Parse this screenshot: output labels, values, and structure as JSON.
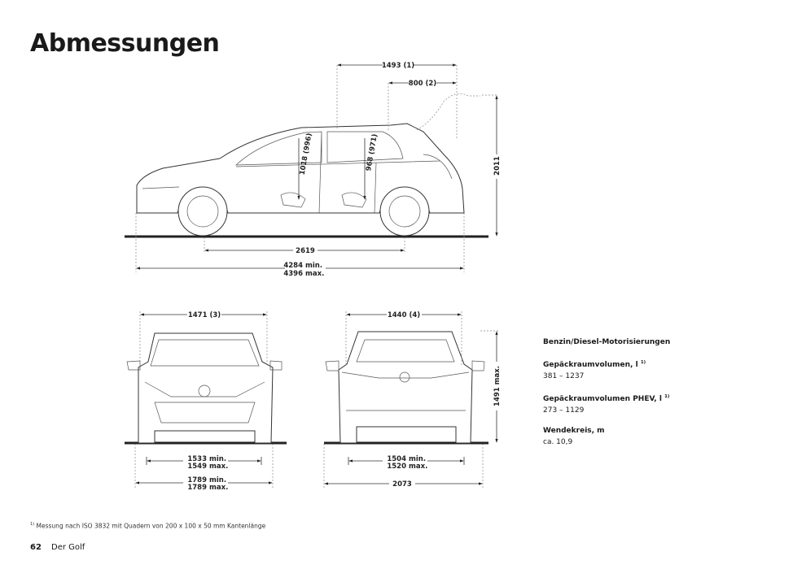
{
  "page_title": "Abmessungen",
  "side_view": {
    "boot_length_1": "1493 (1)",
    "boot_length_2": "800 (2)",
    "height_open_tailgate": "2011",
    "headroom_front": "1018 (996)",
    "headroom_rear": "968 (971)",
    "wheelbase": "2619",
    "length_min": "4284",
    "length_max": "4396",
    "min_label": "min.",
    "max_label": "max."
  },
  "front_view": {
    "width_3": "1471 (3)",
    "track_min": "1533",
    "track_max": "1549",
    "width_min": "1789",
    "width_max": "1789"
  },
  "rear_view": {
    "width_4": "1440 (4)",
    "height_max": "1491 max.",
    "track_min": "1504",
    "track_max": "1520",
    "width_mirrors": "2073"
  },
  "specs": {
    "engine_heading": "Benzin/Diesel-Motorisierungen",
    "items": [
      {
        "label": "Gepäckraumvolumen, l",
        "sup": "1)",
        "value": "381 – 1237"
      },
      {
        "label": "Gepäckraumvolumen PHEV, l",
        "sup": "1)",
        "value": "273 – 1129"
      },
      {
        "label": "Wendekreis, m",
        "sup": "",
        "value": "ca. 10,9"
      }
    ]
  },
  "footnote": {
    "sup": "1)",
    "text": "Messung nach ISO 3832 mit Quadern von 200 x 100 x 50 mm Kantenlänge"
  },
  "footer": {
    "page_number": "62",
    "document_name": "Der Golf"
  }
}
